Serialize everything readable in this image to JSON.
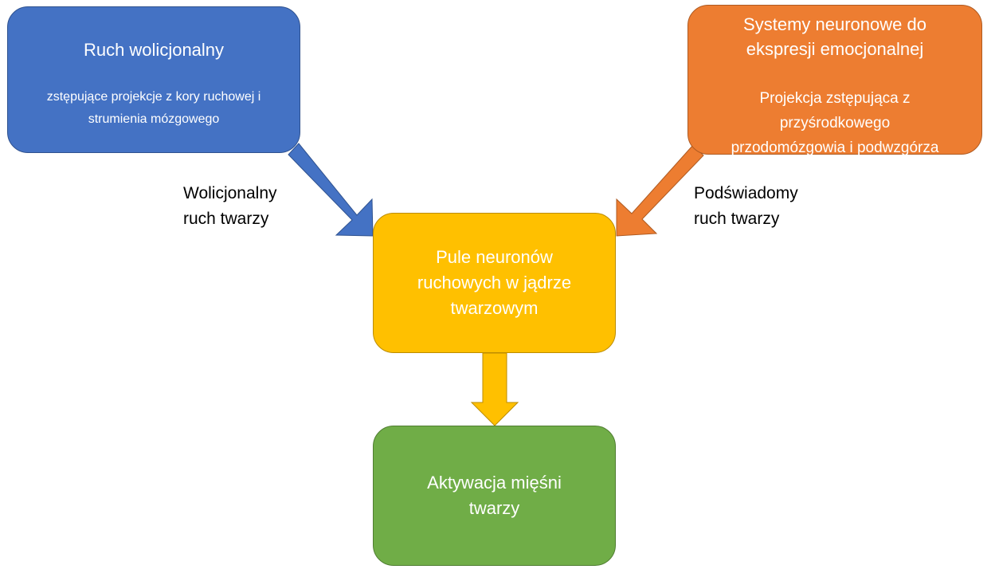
{
  "nodes": {
    "voluntary": {
      "title": "Ruch wolicjonalny",
      "subtitle": "zstępujące projekcje z kory ruchowej i\nstrumienia mózgowego",
      "color": "#4472c4"
    },
    "emotional": {
      "title": "Systemy neuronowe do\nekspresji emocjonalnej",
      "subtitle": "Projekcja zstępująca z\nprzyśrodkowego\nprzodomózgowia i podwzgórza",
      "color": "#ed7d31"
    },
    "motor_pools": {
      "title": "Pule neuronów\nruchowych w jądrze\ntwarzowym",
      "color": "#ffc000"
    },
    "muscle_activation": {
      "title": "Aktywacja mięśni\ntwarzy",
      "color": "#70ad47"
    }
  },
  "edges": {
    "voluntary_to_pools": {
      "label": "Wolicjonalny\nruch twarzy"
    },
    "emotional_to_pools": {
      "label": "Podświadomy\nruch twarzy"
    },
    "pools_to_muscles": {
      "label": ""
    }
  }
}
